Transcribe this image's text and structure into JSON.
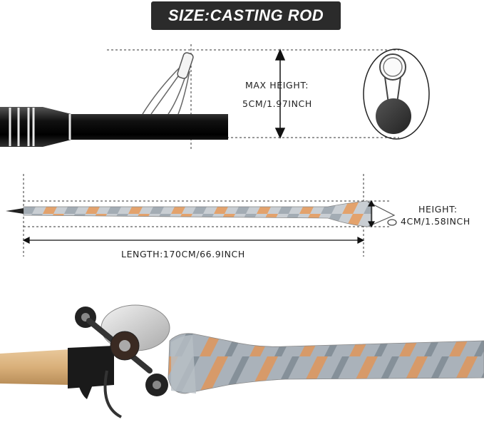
{
  "title": "SIZE:CASTING ROD",
  "dimensions": {
    "max_height_label": "MAX HEIGHT:",
    "max_height_value": "5CM/1.97INCH",
    "height_label": "HEIGHT:",
    "height_value": "4CM/1.58INCH",
    "length_label": "LENGTH:170CM/66.9INCH"
  },
  "colors": {
    "banner": "#2b2b2b",
    "banner_text": "#ffffff",
    "sleeve_orange": "#e89a5a",
    "sleeve_gray": "#8f9aa3",
    "rod_black": "#111111",
    "cork": "#d9b07a"
  }
}
